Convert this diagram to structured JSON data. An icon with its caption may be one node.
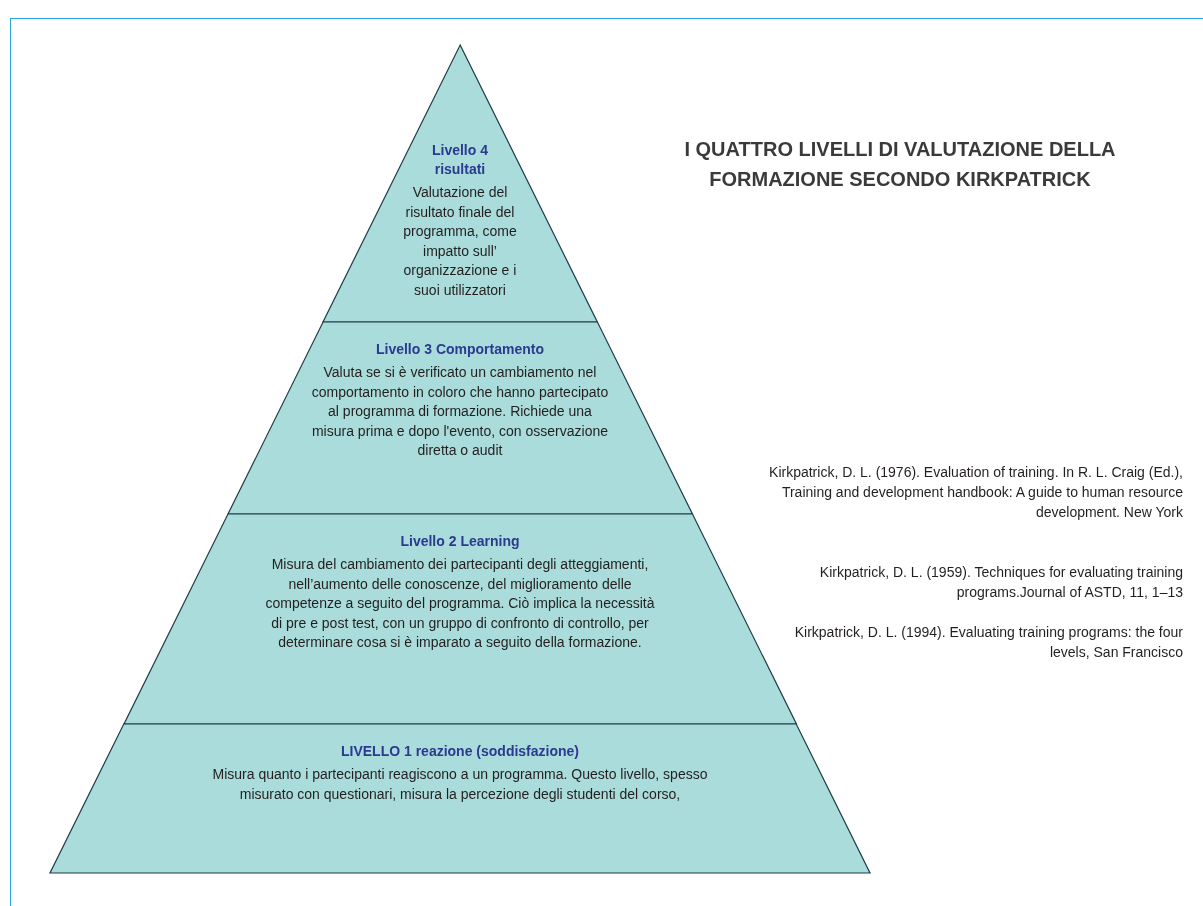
{
  "diagram": {
    "title": "I QUATTRO LIVELLI DI VALUTAZIONE DELLA FORMAZIONE SECONDO KIRKPATRICK",
    "nodes": [
      {
        "text": [
          "Livello 4 risultati",
          "Valutazione del risultato finale del programma, come impatto sull’ organizzazione e i suoi utilizzatori"
        ]
      },
      {
        "text": [
          "Livello 3 Comportamento",
          "Valuta se si è verificato un cambiamento nel comportamento in coloro che hanno partecipato al programma di formazione. Richiede una misura prima e dopo l'evento, con osservazione diretta o  audit"
        ]
      },
      {
        "text": [
          "Livello 2 Learning",
          "Misura del cambiamento dei partecipanti degli atteggiamenti, nell’aumento delle conoscenze, del miglioramento delle competenze a seguito del programma. Ciò implica la necessità di pre e post test, con un gruppo di confronto di controllo, per determinare cosa si è imparato a seguito della formazione."
        ]
      },
      {
        "text": [
          "LIVELLO 1 reazione (soddisfazione)",
          "Misura quanto i partecipanti reagiscono a un programma. Questo livello, spesso misurato con questionari, misura la percezione degli studenti  del corso,"
        ]
      }
    ],
    "labels": [
      "Kirkpatrick, D. L. (1976). Evaluation of training. In R. L. Craig (Ed.), Training and development handbook: A guide to human resource development. New York",
      "Kirkpatrick, D. L. (1959). Techniques for evaluating training programs.Journal of ASTD, 11, 1–13",
      "Kirkpatrick, D. L. (1994). Evaluating training programs: the four levels, San Francisco"
    ]
  }
}
